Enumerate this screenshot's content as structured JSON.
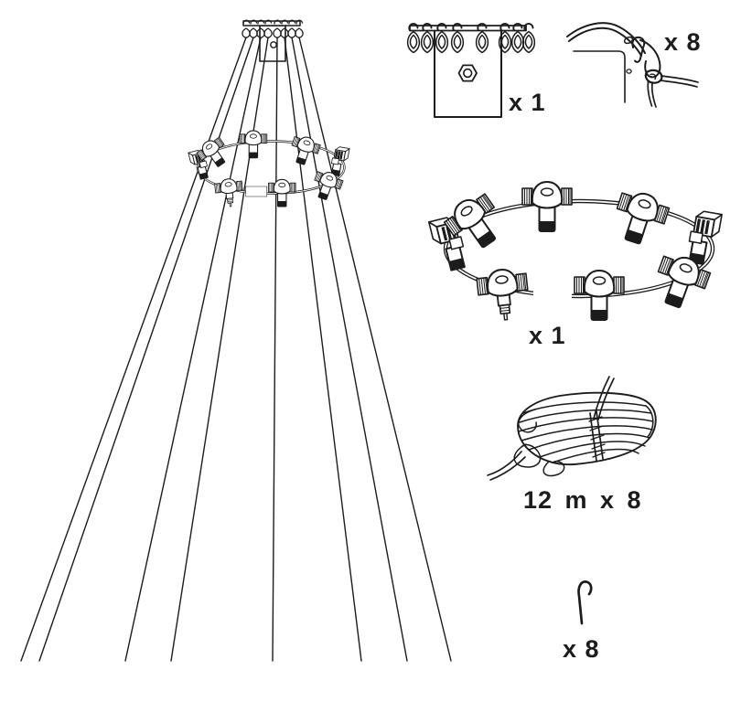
{
  "illustration": {
    "type": "assembly-instruction-parts-diagram",
    "ink_color": "#1c1c1c",
    "background_color": "#ffffff"
  },
  "parts": [
    {
      "id": "hook-bracket",
      "name": "pole-top hook bracket",
      "qty_label": "x 1"
    },
    {
      "id": "corner-hook-knot-detail",
      "name": "hook and cord knot detail",
      "qty_label": "x 8"
    },
    {
      "id": "light-socket-ring",
      "name": "ring of 8 lamp sockets",
      "qty_label": "x 1"
    },
    {
      "id": "cord",
      "name": "12 metre cord coil",
      "qty_label": "12 m x 8"
    },
    {
      "id": "peg-hook",
      "name": "ground peg hook",
      "qty_label": "x 8"
    }
  ]
}
